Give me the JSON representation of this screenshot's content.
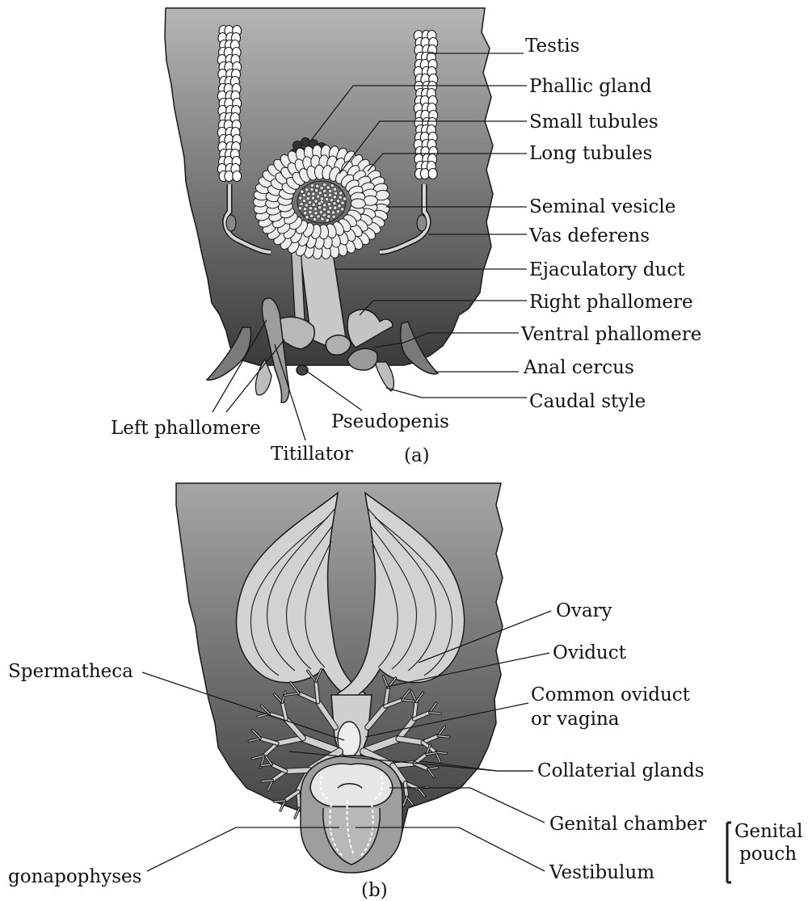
{
  "panel_a": {
    "caption": "(a)",
    "labels": {
      "testis": "Testis",
      "phallic_gland": "Phallic gland",
      "small_tubules": "Small tubules",
      "long_tubules": "Long tubules",
      "seminal_vesicle": "Seminal vesicle",
      "vas_deferens": "Vas deferens",
      "ejaculatory_duct": "Ejaculatory duct",
      "right_phallomere": "Right phallomere",
      "ventral_phallomere": "Ventral phallomere",
      "anal_cercus": "Anal cercus",
      "caudal_style": "Caudal style",
      "left_phallomere": "Left phallomere",
      "pseudopenis": "Pseudopenis",
      "titillator": "Titillator"
    }
  },
  "panel_b": {
    "caption": "(b)",
    "labels": {
      "ovary": "Ovary",
      "oviduct": "Oviduct",
      "spermatheca": "Spermatheca",
      "common_oviduct_line1": "Common oviduct",
      "common_oviduct_line2": "or vagina",
      "collaterial_glands": "Collaterial glands",
      "genital_chamber": "Genital chamber",
      "vestibulum": "Vestibulum",
      "gonapophyses": "gonapophyses",
      "genital_pouch_line1": "Genital",
      "genital_pouch_line2": "pouch"
    }
  },
  "colors": {
    "body_top": "#b4b4b4",
    "body_bottom": "#3c3c3c",
    "organ_fill": "#cfcfcf",
    "organ_light": "#eeeeee",
    "testis_fill": "#ffffff",
    "gland_dark": "#333333",
    "stroke": "#1a1a1a"
  }
}
